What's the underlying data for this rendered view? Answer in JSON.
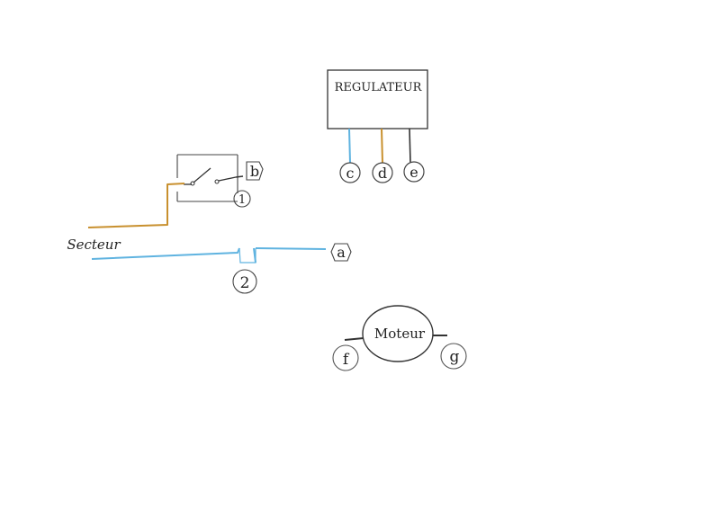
{
  "diagram": {
    "regulator_label": "REGULATEUR",
    "motor_label": "Moteur",
    "mains_label": "Secteur",
    "terminals": {
      "a": "a",
      "b": "b",
      "c": "c",
      "d": "d",
      "e": "e",
      "f": "f",
      "g": "g",
      "n1": "1",
      "n2": "2"
    },
    "colors": {
      "wire_brown": "#c8902e",
      "wire_blue": "#5fb3e0",
      "wire_black": "#333333",
      "pencil": "#444444"
    }
  }
}
